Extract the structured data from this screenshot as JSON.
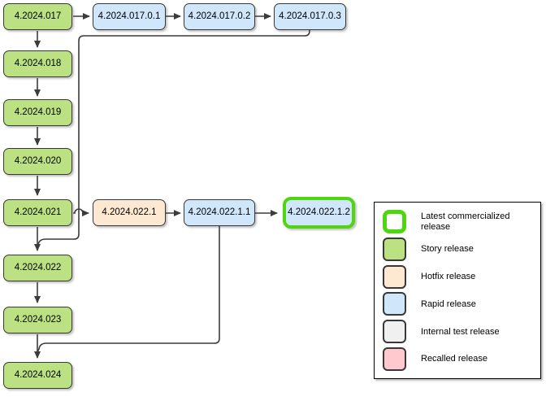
{
  "colors": {
    "story_fill": "#bbe183",
    "hotfix_fill": "#fde8d1",
    "rapid_fill": "#cfe6fb",
    "internal_fill": "#f0f0f0",
    "recalled_fill": "#ffc9ce",
    "latest_border": "#4ed60e",
    "node_border": "#383838",
    "connector": "#3c3c3c"
  },
  "nodes": [
    {
      "label": "4.2024.017",
      "type": "story"
    },
    {
      "label": "4.2024.018",
      "type": "story"
    },
    {
      "label": "4.2024.019",
      "type": "story"
    },
    {
      "label": "4.2024.020",
      "type": "story"
    },
    {
      "label": "4.2024.021",
      "type": "story"
    },
    {
      "label": "4.2024.022",
      "type": "story"
    },
    {
      "label": "4.2024.023",
      "type": "story"
    },
    {
      "label": "4.2024.024",
      "type": "story"
    },
    {
      "label": "4.2024.017.0.1",
      "type": "rapid"
    },
    {
      "label": "4.2024.017.0.2",
      "type": "rapid"
    },
    {
      "label": "4.2024.017.0.3",
      "type": "rapid"
    },
    {
      "label": "4.2024.022.1",
      "type": "hotfix"
    },
    {
      "label": "4.2024.022.1.1",
      "type": "rapid"
    },
    {
      "label": "4.2024.022.1.2",
      "type": "latest"
    }
  ],
  "edges": [
    {
      "from": "4.2024.017",
      "to": "4.2024.018"
    },
    {
      "from": "4.2024.018",
      "to": "4.2024.019"
    },
    {
      "from": "4.2024.019",
      "to": "4.2024.020"
    },
    {
      "from": "4.2024.020",
      "to": "4.2024.021"
    },
    {
      "from": "4.2024.021",
      "to": "4.2024.022"
    },
    {
      "from": "4.2024.022",
      "to": "4.2024.023"
    },
    {
      "from": "4.2024.023",
      "to": "4.2024.024"
    },
    {
      "from": "4.2024.017",
      "to": "4.2024.017.0.1"
    },
    {
      "from": "4.2024.017.0.1",
      "to": "4.2024.017.0.2"
    },
    {
      "from": "4.2024.017.0.2",
      "to": "4.2024.017.0.3"
    },
    {
      "from": "4.2024.017.0.3",
      "to": "4.2024.022"
    },
    {
      "from": "4.2024.021",
      "to": "4.2024.022.1"
    },
    {
      "from": "4.2024.022.1",
      "to": "4.2024.022.1.1"
    },
    {
      "from": "4.2024.022.1.1",
      "to": "4.2024.022.1.2"
    },
    {
      "from": "4.2024.022.1.1",
      "to": "4.2024.024"
    }
  ],
  "legend": {
    "items": [
      {
        "label": "Latest commercialized release",
        "type": "latest"
      },
      {
        "label": "Story release",
        "type": "story"
      },
      {
        "label": "Hotfix release",
        "type": "hotfix"
      },
      {
        "label": "Rapid release",
        "type": "rapid"
      },
      {
        "label": "Internal test release",
        "type": "internal"
      },
      {
        "label": "Recalled release",
        "type": "recalled"
      }
    ]
  }
}
